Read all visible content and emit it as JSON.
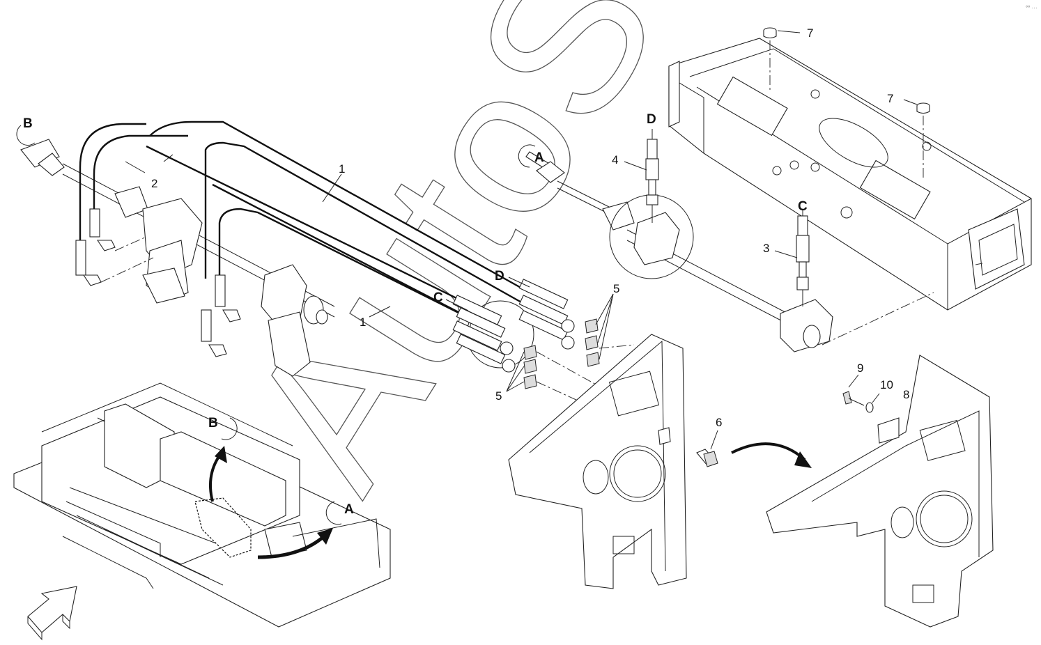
{
  "callouts": {
    "c1a": "1",
    "c1b": "1",
    "c2": "2",
    "c3": "3",
    "c4": "4",
    "c5a": "5",
    "c5b": "5",
    "c6": "6",
    "c7a": "7",
    "c7b": "7",
    "c8": "8",
    "c9": "9",
    "c10": "10"
  },
  "views": {
    "a_top": "A",
    "a_bottom": "A",
    "b_top": "B",
    "b_bottom": "B",
    "c_left": "C",
    "c_right": "C",
    "d_left": "D",
    "d_right": "D"
  },
  "watermark": "AutoSoft",
  "corner_mark": "°° ···"
}
